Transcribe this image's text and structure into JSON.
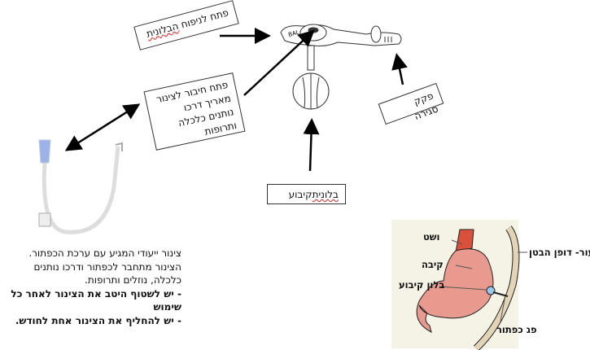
{
  "labels": {
    "inflation_port": {
      "plain": "פתח לניפוח ",
      "underlined": "הבלונית"
    },
    "feeding_port": "פתח חיבור לצינור מאריך דרכו נותנים כלכלה ותרופות",
    "closure_cap": "פקק סגירה",
    "balloon": {
      "underlined": "בלונית",
      "plain": "קיבוע"
    }
  },
  "device_marking": "BAL",
  "description": {
    "line1": "צינור ייעודי המגיע עם ערכת הכפתור.",
    "line2": "הצינור מתחבר לכפתור ודרכו נותנים כלכלה, נוזלים ותרופות.",
    "bold1": "- יש לשטוף היטב את הצינור לאחר כל שימוש",
    "bold2": "- יש להחליף את הצינור אחת לחודש."
  },
  "anatomy": {
    "esophagus": "ושט",
    "stomach": "קיבה",
    "balloon": "בלון קיבוע",
    "skin_wall": "עור- דופן הבטן",
    "button_port": "פג כפתור"
  }
}
